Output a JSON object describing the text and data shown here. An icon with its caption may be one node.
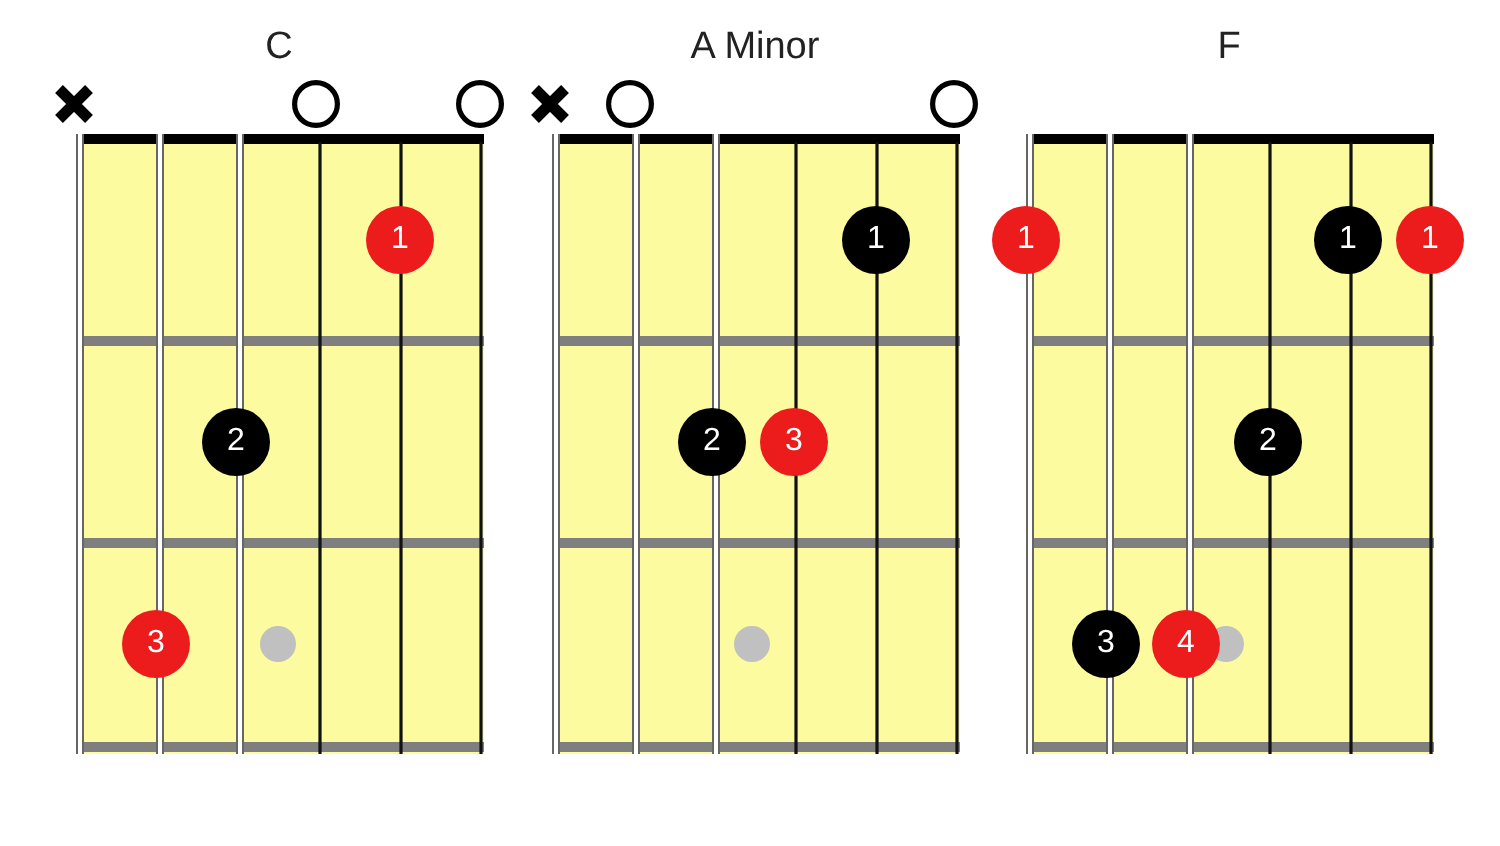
{
  "diagram": {
    "nodes": [
      {
        "text": [
          "C"
        ]
      },
      {
        "text": [
          "1"
        ],
        "in": 0
      },
      {
        "text": [
          "2"
        ],
        "in": 0
      },
      {
        "text": [
          "3"
        ],
        "in": 0
      },
      {
        "text": [
          "A Minor"
        ]
      },
      {
        "text": [
          "1"
        ],
        "in": 4
      },
      {
        "text": [
          "2"
        ],
        "in": 4
      },
      {
        "text": [
          "3"
        ],
        "in": 4
      },
      {
        "text": [
          "F"
        ]
      },
      {
        "text": [
          "1"
        ],
        "in": 8
      },
      {
        "text": [
          "1"
        ],
        "in": 8
      },
      {
        "text": [
          "1"
        ],
        "in": 8
      },
      {
        "text": [
          "2"
        ],
        "in": 8
      },
      {
        "text": [
          "3"
        ],
        "in": 8
      },
      {
        "text": [
          "4"
        ],
        "in": 8
      }
    ]
  }
}
